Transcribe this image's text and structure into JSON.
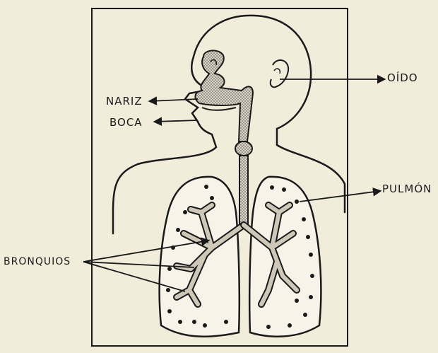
{
  "labels": {
    "nariz": "NARIZ",
    "boca": "BOCA",
    "oido": "OÍDO",
    "pulmon": "PULMÓN",
    "bronquios": "BRONQUIOS"
  },
  "colors": {
    "paper": "#f2ecdb",
    "ink": "#1a1a1a",
    "airway_fill": "#cfc8b8",
    "lung_fill": "#f7f3e8"
  }
}
